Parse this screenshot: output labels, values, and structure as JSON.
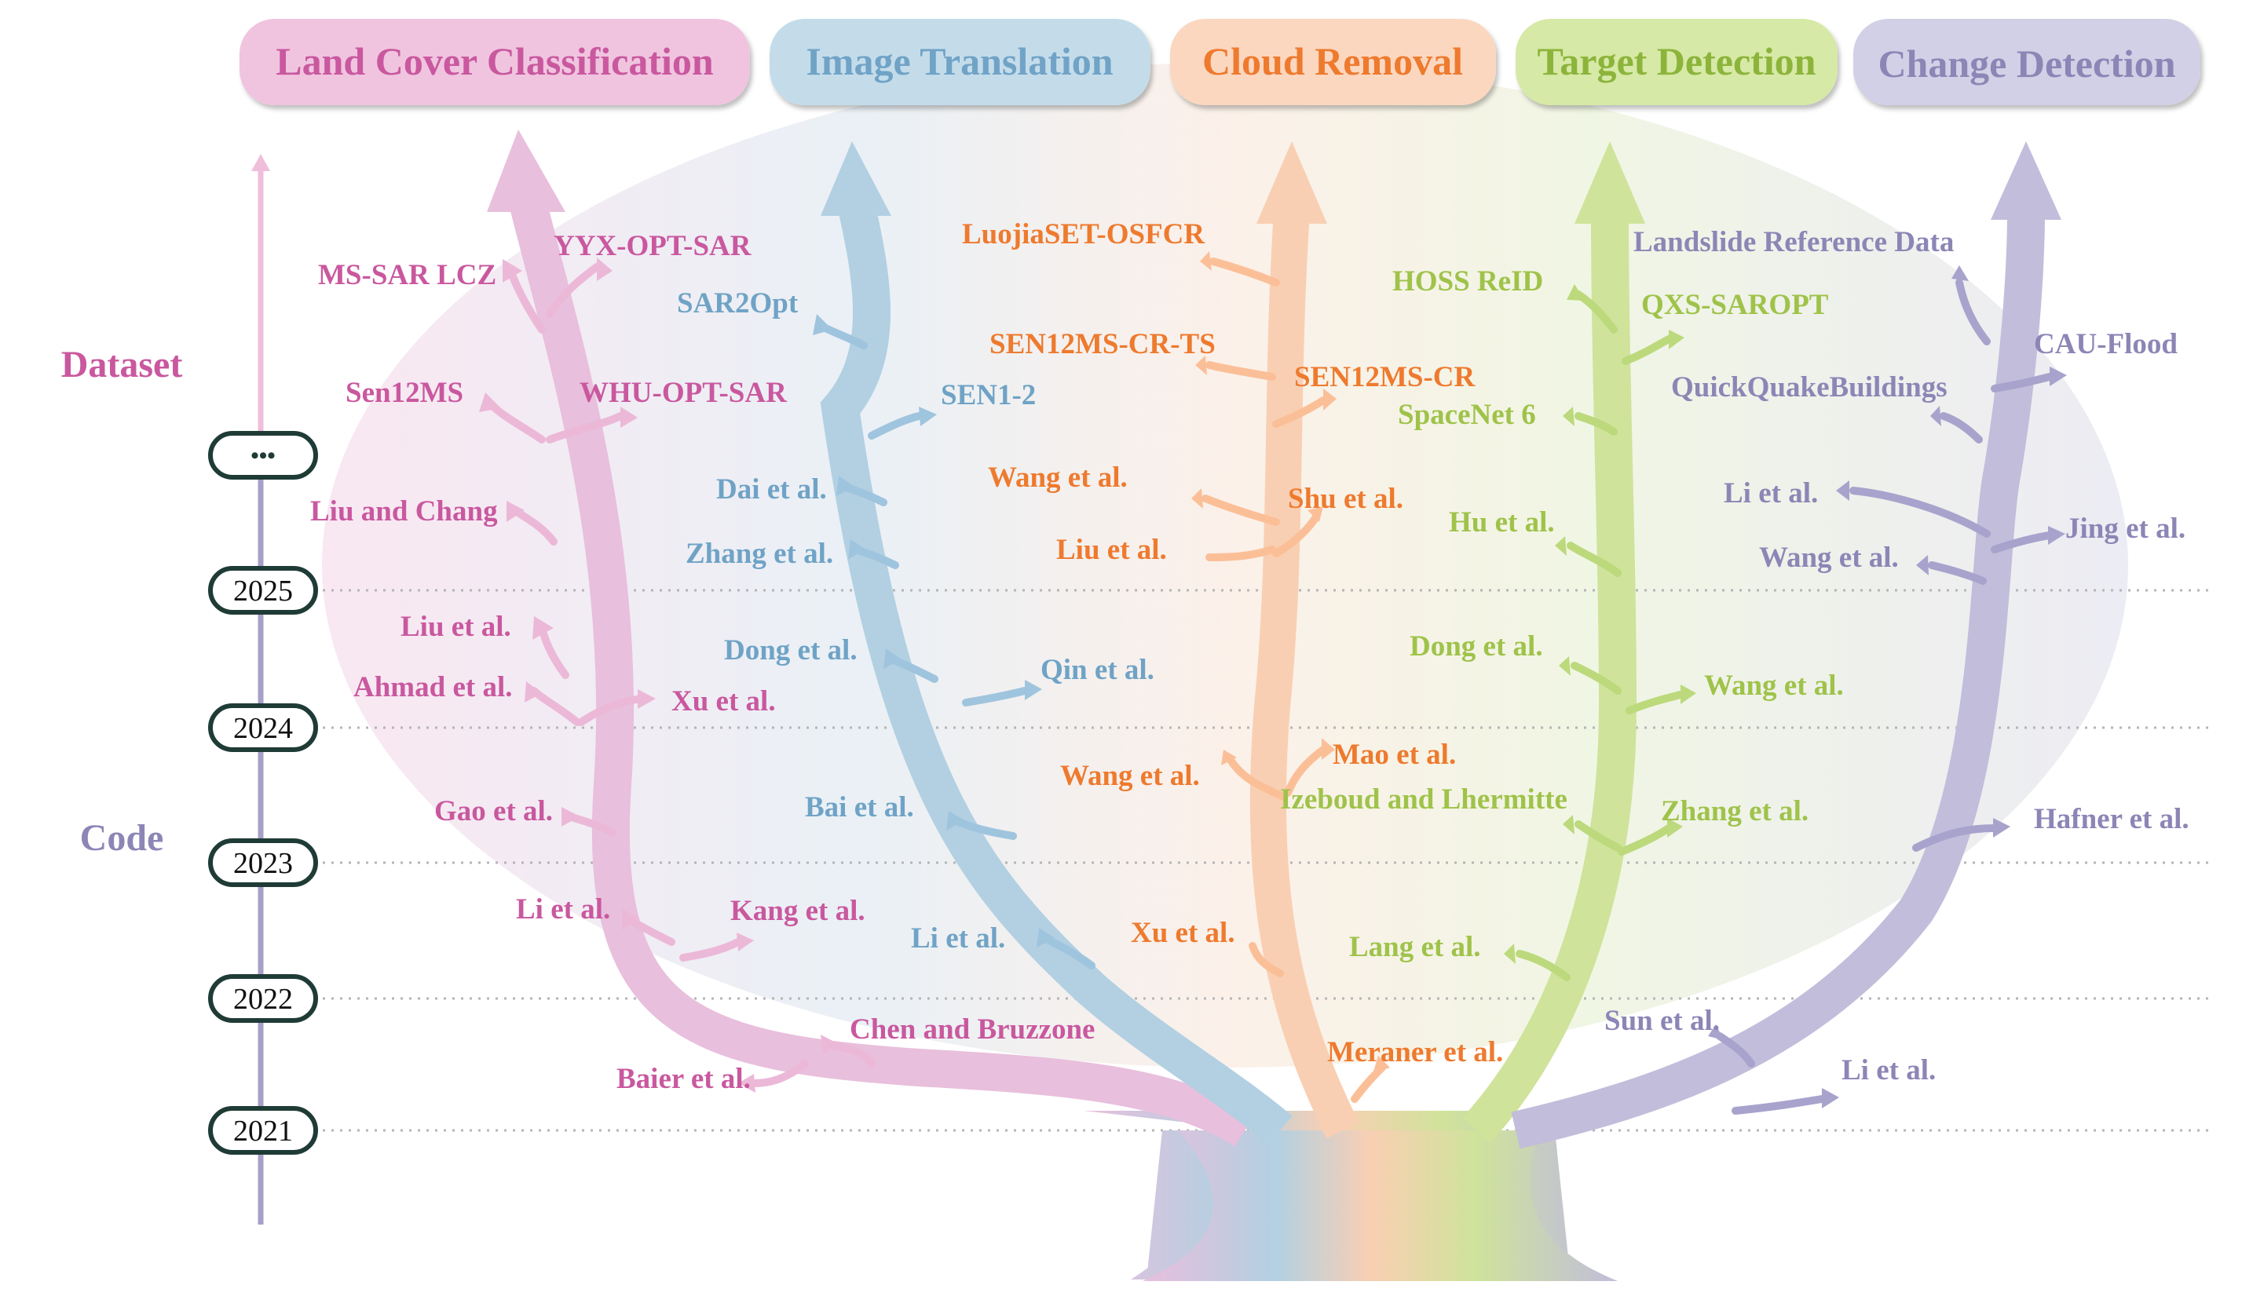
{
  "categories": [
    {
      "id": "lcc",
      "title": "Land Cover Classification",
      "color": "#c9589f",
      "tint": "#f0c4df",
      "branch": "#e8bfdc"
    },
    {
      "id": "it",
      "title": "Image Translation",
      "color": "#6fa3c6",
      "tint": "#c4dcea",
      "branch": "#b2d0e2"
    },
    {
      "id": "cr",
      "title": "Cloud Removal",
      "color": "#ee7a2e",
      "tint": "#fbd7c0",
      "branch": "#f9cfb3"
    },
    {
      "id": "td",
      "title": "Target Detection",
      "color": "#9fc34a",
      "tint": "#d6e9a6",
      "branch": "#cfe39b"
    },
    {
      "id": "cd",
      "title": "Change Detection",
      "color": "#8c86b6",
      "tint": "#d2d0e6",
      "branch": "#c1bddb"
    }
  ],
  "sections": {
    "dataset": "Dataset",
    "code": "Code"
  },
  "section_colors": {
    "dataset": "#c9589f",
    "code": "#8c86b6"
  },
  "timeline": {
    "ellipsis": "•••",
    "years": [
      "2025",
      "2024",
      "2023",
      "2022",
      "2021"
    ]
  },
  "labels": {
    "lcc": [
      "MS-SAR LCZ",
      "YYX-OPT-SAR",
      "Sen12MS",
      "WHU-OPT-SAR",
      "Liu and Chang",
      "Liu et al.",
      "Ahmad et al.",
      "Xu et al.",
      "Gao et al.",
      "Li et al.",
      "Kang et al.",
      "Chen and Bruzzone",
      "Baier et al."
    ],
    "it": [
      "SAR2Opt",
      "SEN1-2",
      "Dai et al.",
      "Zhang et al.",
      "Dong et al.",
      "Qin et al.",
      "Bai et al.",
      "Li et al."
    ],
    "cr": [
      "LuojiaSET-OSFCR",
      "SEN12MS-CR-TS",
      "SEN12MS-CR",
      "Wang et al.",
      "Shu et al.",
      "Liu et al.",
      "Mao et al.",
      "Wang et al.",
      "Xu et al.",
      "Meraner et al."
    ],
    "td": [
      "HOSS ReID",
      "QXS-SAROPT",
      "SpaceNet 6",
      "Hu et al.",
      "Dong et al.",
      "Wang et al.",
      "Izeboud  and Lhermitte",
      "Zhang et al.",
      "Lang et al."
    ],
    "cd": [
      "Landslide Reference Data",
      "CAU-Flood",
      "QuickQuakeBuildings",
      "Li et al.",
      "Jing et al.",
      "Wang et al.",
      "Hafner et al.",
      "Sun et al.",
      "Li et al."
    ]
  }
}
